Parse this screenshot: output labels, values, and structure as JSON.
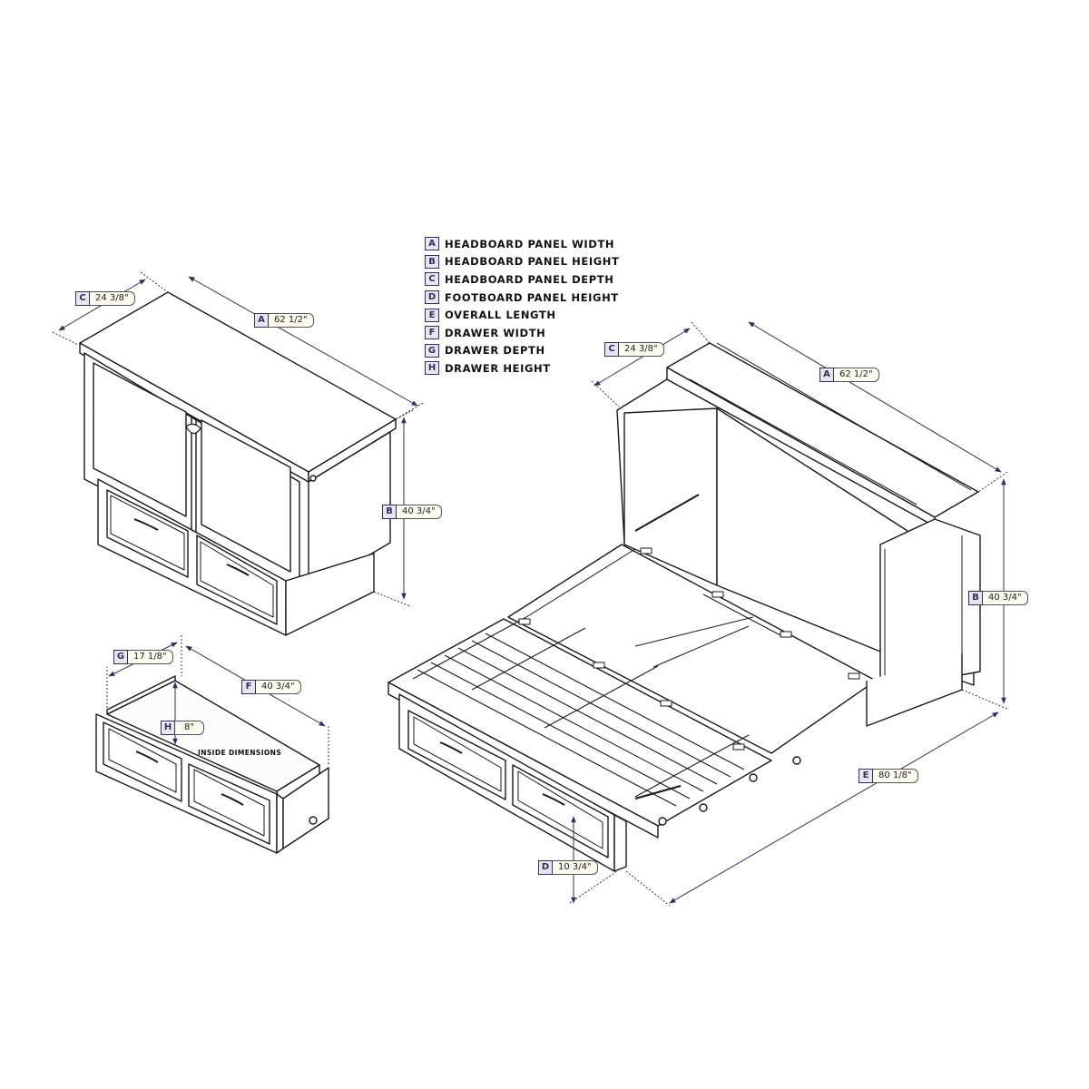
{
  "legend": [
    {
      "letter": "A",
      "text": "HEADBOARD PANEL WIDTH"
    },
    {
      "letter": "B",
      "text": "HEADBOARD PANEL HEIGHT"
    },
    {
      "letter": "C",
      "text": "HEADBOARD PANEL DEPTH"
    },
    {
      "letter": "D",
      "text": "FOOTBOARD PANEL HEIGHT"
    },
    {
      "letter": "E",
      "text": "OVERALL LENGTH"
    },
    {
      "letter": "F",
      "text": "DRAWER WIDTH"
    },
    {
      "letter": "G",
      "text": "DRAWER DEPTH"
    },
    {
      "letter": "H",
      "text": "DRAWER HEIGHT"
    }
  ],
  "closed_cabinet": {
    "depth": {
      "letter": "C",
      "value": "24 3/8\""
    },
    "width": {
      "letter": "A",
      "value": "62 1/2\""
    },
    "height": {
      "letter": "B",
      "value": "40 3/4\""
    }
  },
  "drawer": {
    "depth": {
      "letter": "G",
      "value": "17 1/8\""
    },
    "width": {
      "letter": "F",
      "value": "40 3/4\""
    },
    "height": {
      "letter": "H",
      "value": "8\""
    },
    "note": "INSIDE DIMENSIONS"
  },
  "open_bed": {
    "depth": {
      "letter": "C",
      "value": "24 3/8\""
    },
    "width": {
      "letter": "A",
      "value": "62 1/2\""
    },
    "height": {
      "letter": "B",
      "value": "40 3/4\""
    },
    "length": {
      "letter": "E",
      "value": "80 1/8\""
    },
    "footboard": {
      "letter": "D",
      "value": "10 3/4\""
    }
  },
  "colors": {
    "line": "#1a1a1a",
    "dimension": "#30305a",
    "badge_fill": "#e6e6f0",
    "value_fill": "#fbfbef"
  }
}
